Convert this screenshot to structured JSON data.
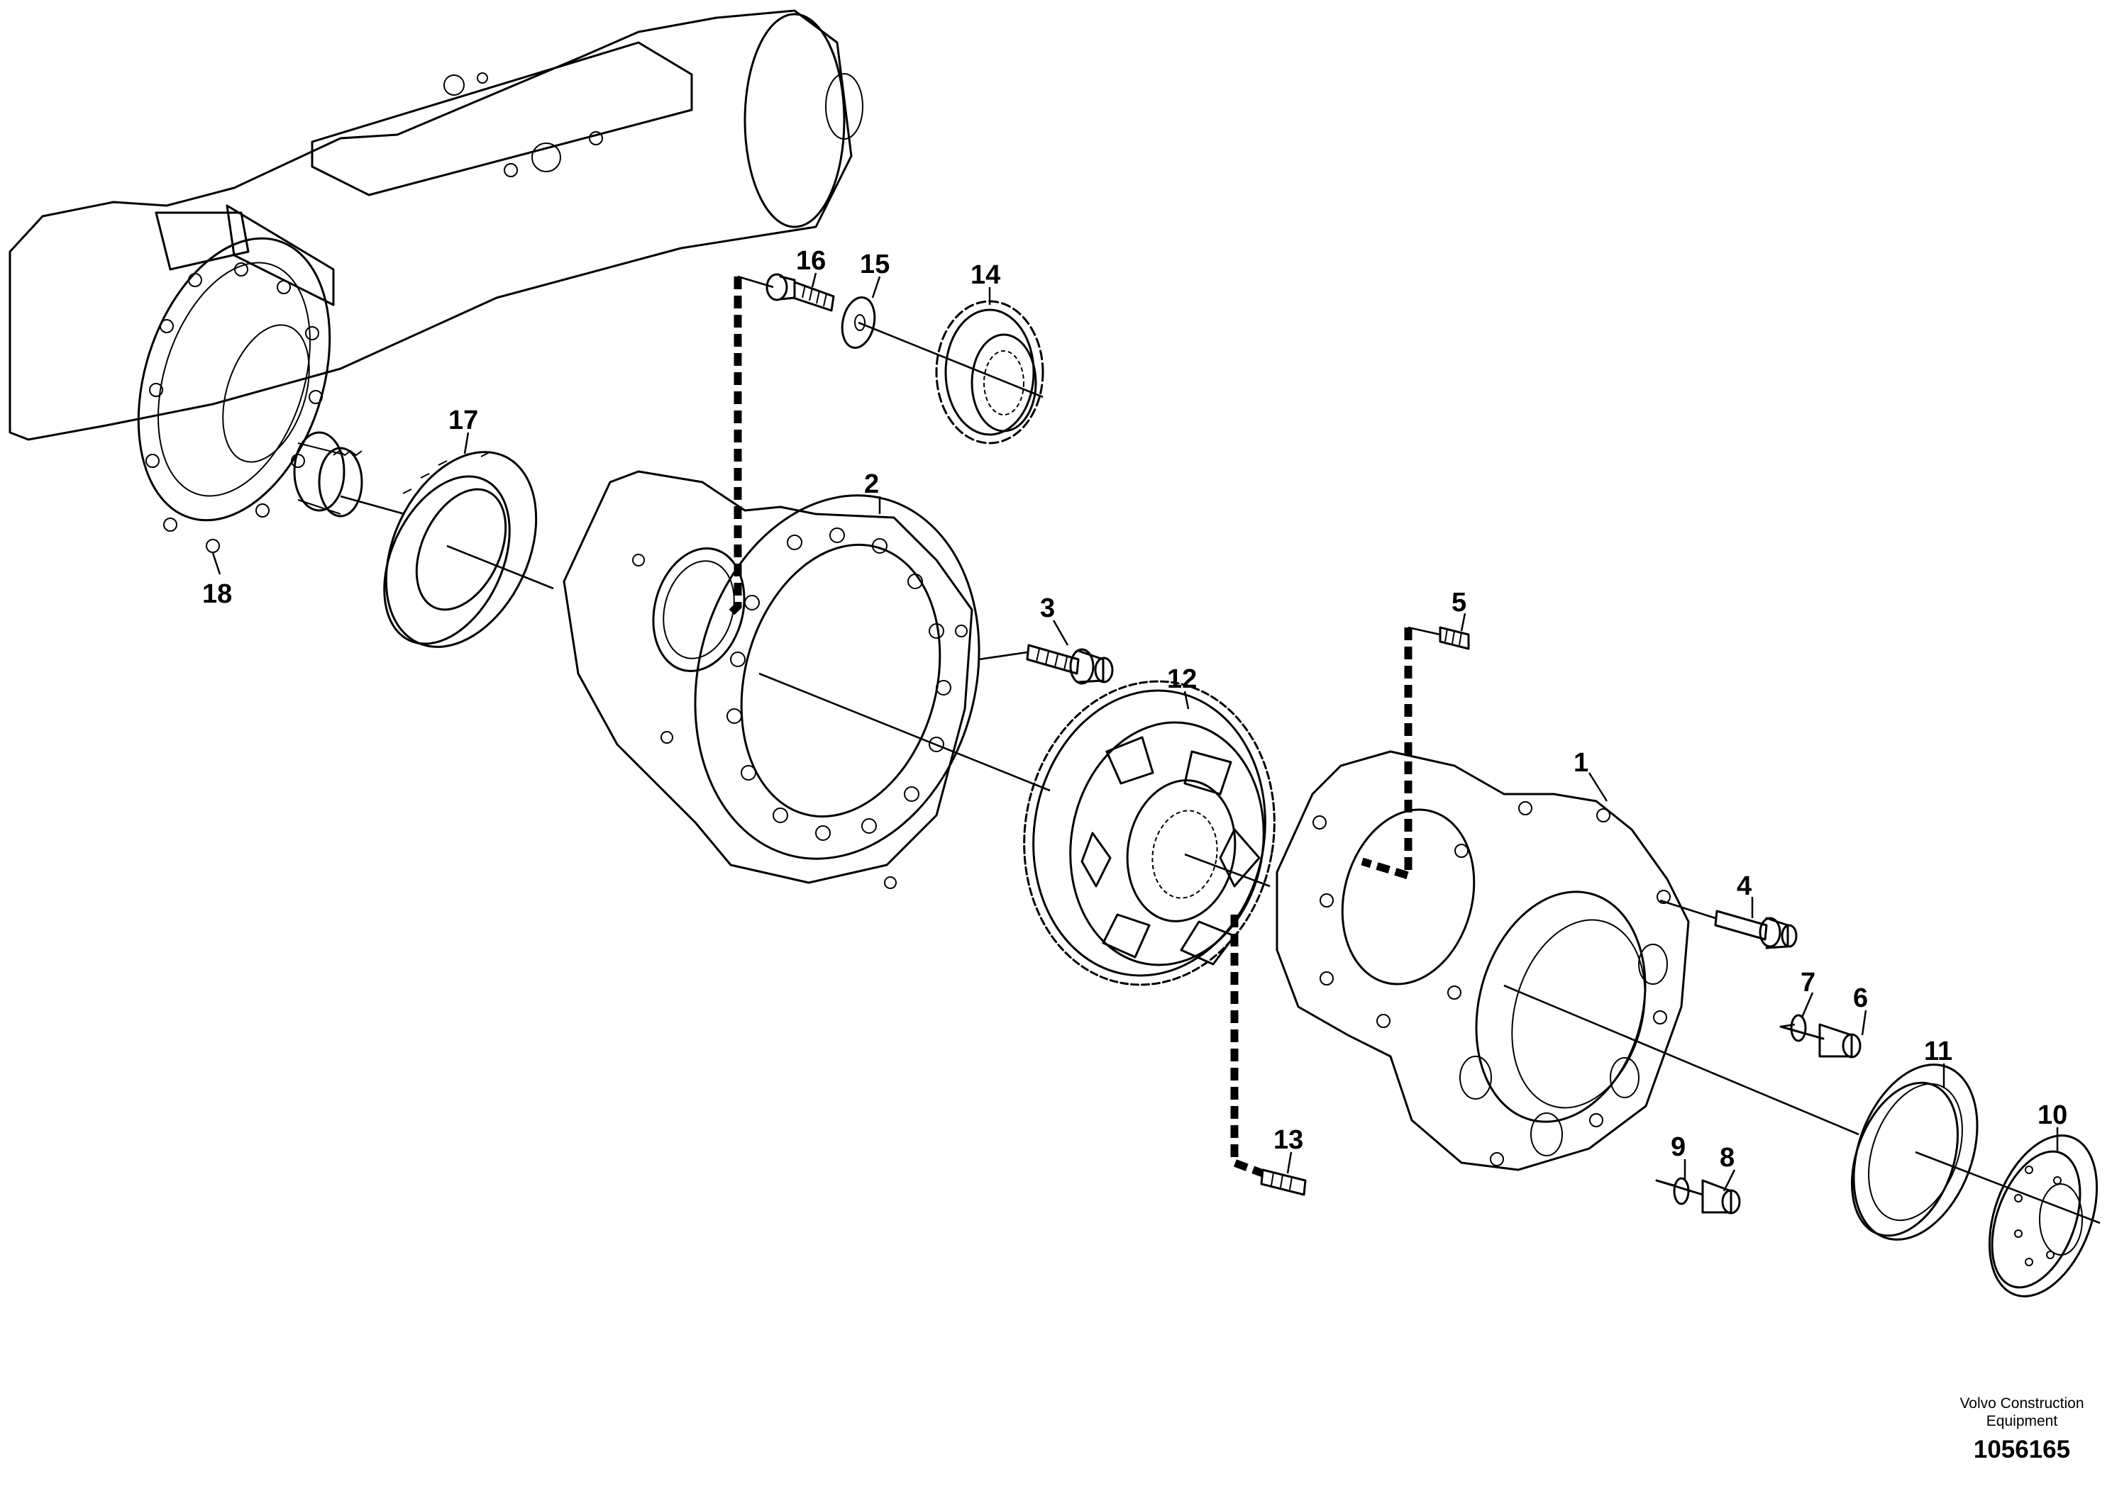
{
  "brand": {
    "line1": "Volvo Construction",
    "line2": "Equipment"
  },
  "drawing_number": "1056165",
  "callouts": {
    "c1": "1",
    "c2": "2",
    "c3": "3",
    "c4": "4",
    "c5": "5",
    "c6": "6",
    "c7": "7",
    "c8": "8",
    "c9": "9",
    "c10": "10",
    "c11": "11",
    "c12": "12",
    "c13": "13",
    "c14": "14",
    "c15": "15",
    "c16": "16",
    "c17": "17",
    "c18": "18"
  }
}
